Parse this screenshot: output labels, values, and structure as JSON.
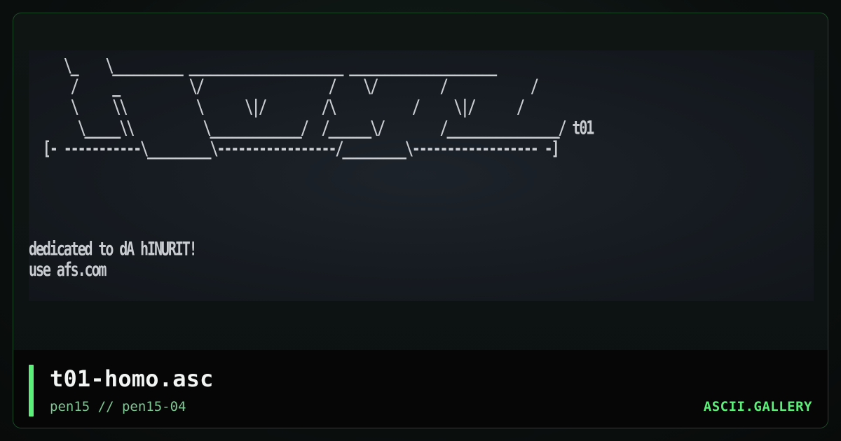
{
  "art": {
    "lines": "     \\_    \\__________ ______________________ _____________________\n      /     _          \\/                  /    \\/         /            /\n      \\     \\\\          \\      \\|/        /\\           /     \\|/      /\n       \\_____\\\\          \\_____________/  /______\\/        /________________/ t01\n  [- -----------\\_________\\-----------------/_________\\------------------ -]",
    "footer_lines": "dedicated to dA hINURIT!\nuse afs.com"
  },
  "caption": {
    "title": "t01-homo.asc",
    "subtitle": "pen15 // pen15-04",
    "brand": "ASCII.GALLERY"
  },
  "colors": {
    "accent": "#5cf07a",
    "art_text": "#c9cdd2",
    "subtitle": "#7fc795",
    "caption_bg": "#050605"
  }
}
